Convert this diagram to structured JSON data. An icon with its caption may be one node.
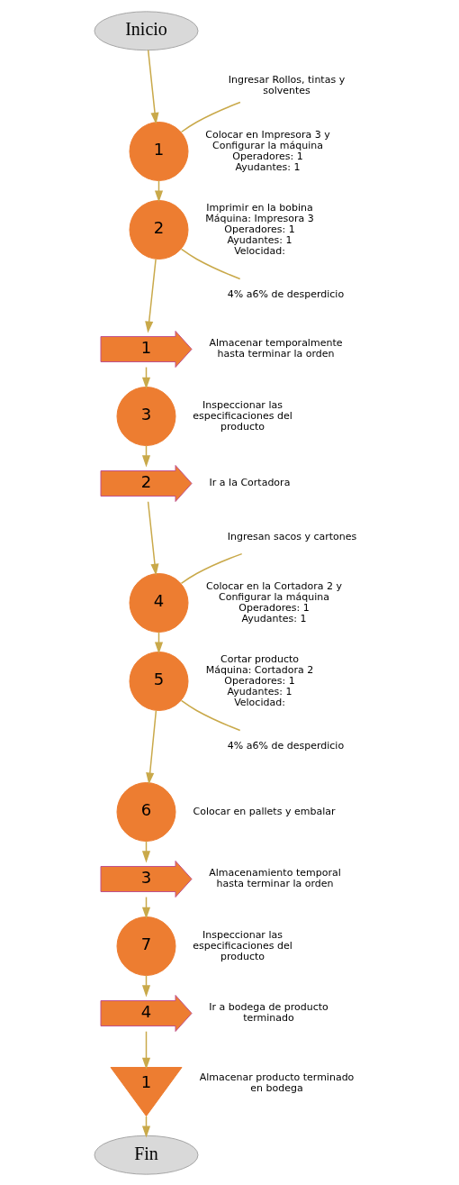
{
  "diagram": {
    "nodes": [
      {
        "text": [
          "Inicio"
        ]
      },
      {
        "text": [
          "Ingresar Rollos, tintas y solventes"
        ]
      },
      {
        "text": [
          "1"
        ],
        "beside": [
          "Colocar en Impresora 3 y Configurar la máquina",
          "Operadores: 1",
          "Ayudantes: 1"
        ]
      },
      {
        "text": [
          "2"
        ],
        "beside": [
          "Imprimir en la bobina",
          "Máquina: Impresora 3",
          "Operadores: 1",
          "Ayudantes: 1",
          "Velocidad:"
        ]
      },
      {
        "text": [
          "4% a6% de desperdicio"
        ]
      },
      {
        "text": [
          "1"
        ],
        "beside": [
          "Almacenar temporalmente hasta terminar la orden"
        ]
      },
      {
        "text": [
          "3"
        ],
        "beside": [
          "Inspeccionar las especificaciones del producto"
        ]
      },
      {
        "text": [
          "2"
        ],
        "beside": [
          "Ir a la Cortadora"
        ]
      },
      {
        "text": [
          "Ingresan sacos y cartones"
        ]
      },
      {
        "text": [
          "4"
        ],
        "beside": [
          "Colocar en la Cortadora 2 y Configurar la máquina",
          "Operadores: 1",
          "Ayudantes: 1"
        ]
      },
      {
        "text": [
          "5"
        ],
        "beside": [
          "Cortar producto",
          "Máquina: Cortadora 2",
          "Operadores: 1",
          "Ayudantes: 1",
          "Velocidad:"
        ]
      },
      {
        "text": [
          "4% a6% de desperdicio"
        ]
      },
      {
        "text": [
          "6"
        ],
        "beside": [
          "Colocar en pallets y embalar"
        ]
      },
      {
        "text": [
          "3"
        ],
        "beside": [
          "Almacenamiento temporal hasta terminar la orden"
        ]
      },
      {
        "text": [
          "7"
        ],
        "beside": [
          "Inspeccionar las especificaciones del producto"
        ]
      },
      {
        "text": [
          "4"
        ],
        "beside": [
          "Ir a bodega de producto terminado"
        ]
      },
      {
        "text": [
          "1"
        ],
        "beside": [
          "Almacenar producto terminado en bodega"
        ]
      },
      {
        "text": [
          "Fin"
        ]
      }
    ],
    "edges": [
      {
        "from": 0,
        "to": 2,
        "arrow": "to"
      },
      {
        "from": 1,
        "to": 2,
        "arrow": "none"
      },
      {
        "from": 2,
        "to": 3,
        "arrow": "to"
      },
      {
        "from": 3,
        "to": 4,
        "arrow": "none"
      },
      {
        "from": 3,
        "to": 5,
        "arrow": "to"
      },
      {
        "from": 5,
        "to": 6,
        "arrow": "to"
      },
      {
        "from": 6,
        "to": 7,
        "arrow": "to"
      },
      {
        "from": 7,
        "to": 9,
        "arrow": "to"
      },
      {
        "from": 8,
        "to": 9,
        "arrow": "none"
      },
      {
        "from": 9,
        "to": 10,
        "arrow": "to"
      },
      {
        "from": 10,
        "to": 11,
        "arrow": "none"
      },
      {
        "from": 10,
        "to": 12,
        "arrow": "to"
      },
      {
        "from": 12,
        "to": 13,
        "arrow": "to"
      },
      {
        "from": 13,
        "to": 14,
        "arrow": "to"
      },
      {
        "from": 14,
        "to": 15,
        "arrow": "to"
      },
      {
        "from": 15,
        "to": 16,
        "arrow": "to"
      },
      {
        "from": 16,
        "to": 17,
        "arrow": "to"
      }
    ]
  }
}
